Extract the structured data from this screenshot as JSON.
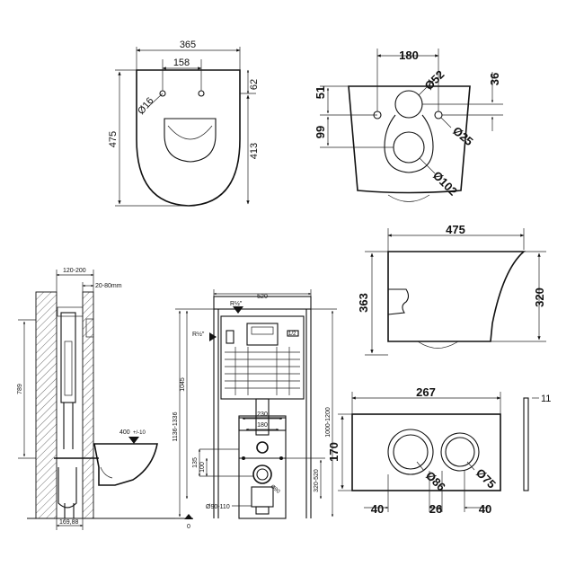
{
  "top_view": {
    "width": "365",
    "hole_spacing": "158",
    "depth": "475",
    "hole_offset": "62",
    "rear_to_front": "413",
    "hole_dia": "Ø16"
  },
  "rear_view": {
    "width": "180",
    "height_51": "51",
    "height_99": "99",
    "height_36": "36",
    "d52": "Ø52",
    "d25": "Ø25",
    "d102": "Ø102"
  },
  "side_view": {
    "length": "475",
    "height_363": "363",
    "height_320": "320"
  },
  "wall_section": {
    "depth_range": "120-200",
    "finish_range": "20-80mm",
    "height_789": "789",
    "seat_height": "400",
    "seat_tol": "+/-10",
    "base_offset": "169,88"
  },
  "frame": {
    "width": "520",
    "inlet_top": "R½\"",
    "inlet_side": "R½\"",
    "overall_height": "1136-1336",
    "inner_height": "1000-1200",
    "frame_height": "1045",
    "plate_w": "230",
    "plate_inner": "180",
    "h_135": "135",
    "h_100": "100",
    "waste_dia": "Ø90",
    "waste_range": "Ø90-110",
    "lower_range": "320-520",
    "floor": "0"
  },
  "flush_plate": {
    "width": "267",
    "height": "170",
    "thickness": "11",
    "d86": "Ø86",
    "d75": "Ø75",
    "left_margin": "40",
    "gap": "26",
    "right_margin": "40"
  }
}
